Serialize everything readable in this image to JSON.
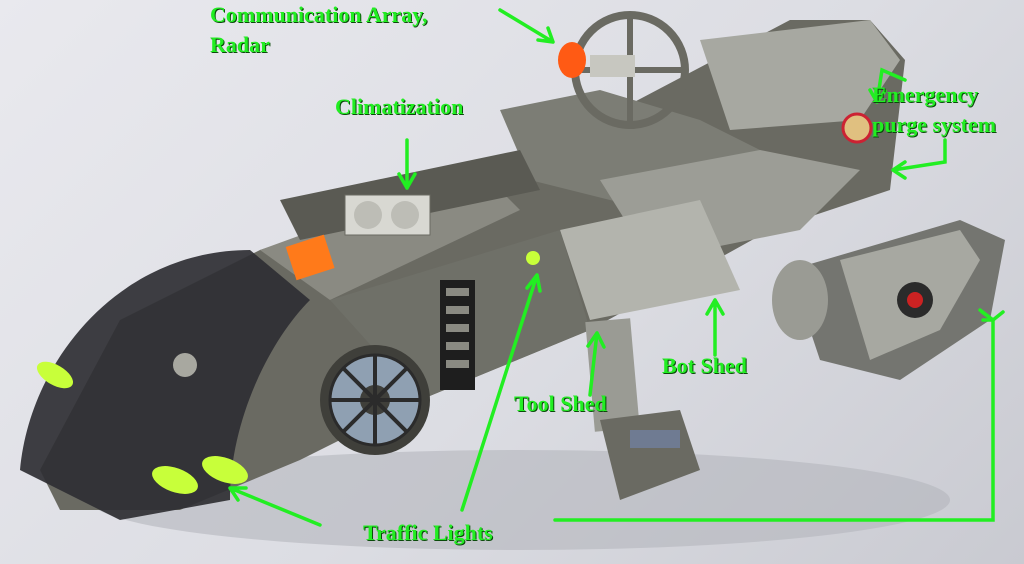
{
  "labels": {
    "communication_array": "Communication Array,",
    "radar": "Radar",
    "climatization": "Climatization",
    "emergency": "Emergency",
    "purge_system": "purge system",
    "bot_shed": "Bot Shed",
    "tool_shed": "Tool Shed",
    "traffic_lights": "Traffic Lights"
  },
  "colors": {
    "annotation": "#22ee22",
    "hull_dark": "#5f5f57",
    "hull_light": "#a9aaa3",
    "canopy": "#2b2b2d",
    "traffic_light": "#c8ff3a",
    "dish_light": "#ff5a14"
  }
}
